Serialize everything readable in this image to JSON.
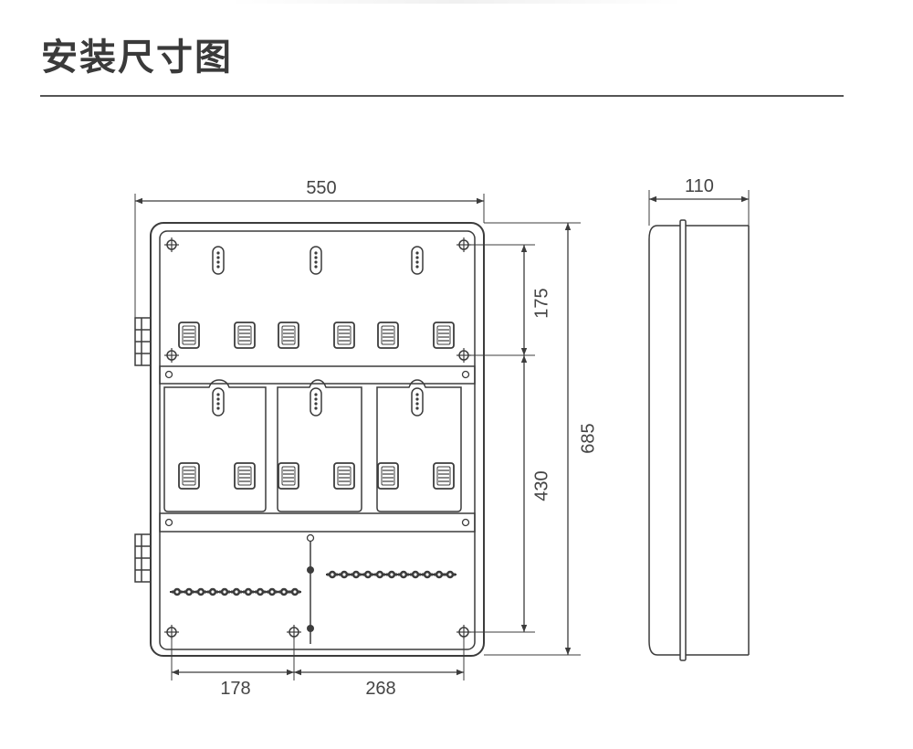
{
  "title": "安装尺寸图",
  "dimensions": {
    "width_total": "550",
    "depth": "110",
    "height_total": "685",
    "upper_spacing": "175",
    "lower_spacing": "430",
    "bottom_left": "178",
    "bottom_right": "268"
  },
  "colors": {
    "line": "#3c3c3c",
    "title": "#3a3a3a",
    "rule": "#555555"
  }
}
